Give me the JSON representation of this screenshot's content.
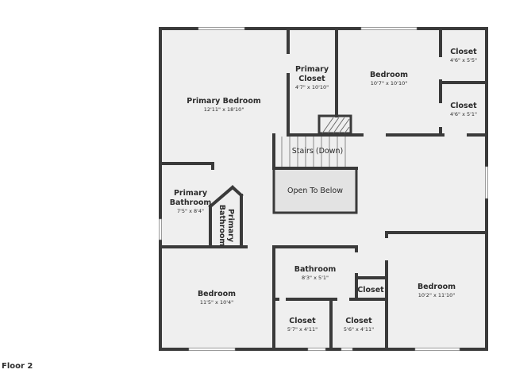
{
  "floor_label": "Floor 2",
  "colors": {
    "wall": "#3a3a3a",
    "floor": "#efefef",
    "open_to_below": "#e3e3e3",
    "window": "#ffffff"
  },
  "rooms": {
    "primary_bedroom": {
      "name": "Primary Bedroom",
      "dim": "12'11\" x 18'10\""
    },
    "primary_closet": {
      "name1": "Primary",
      "name2": "Closet",
      "dim": "4'7\" x 10'10\""
    },
    "bedroom_top": {
      "name": "Bedroom",
      "dim": "10'7\" x 10'10\""
    },
    "closet_top1": {
      "name": "Closet",
      "dim": "4'6\" x 5'5\""
    },
    "closet_top2": {
      "name": "Closet",
      "dim": "4'6\" x 5'1\""
    },
    "stairs": {
      "name": "Stairs (Down)"
    },
    "open_to_below": {
      "name": "Open To Below"
    },
    "primary_bathroom": {
      "name1": "Primary",
      "name2": "Bathroom",
      "dim": "7'5\" x 8'4\""
    },
    "primary_bathroom_small": {
      "name1": "Primary",
      "name2": "Bathroom"
    },
    "bathroom": {
      "name": "Bathroom",
      "dim": "8'3\" x 5'1\""
    },
    "closet_mid": {
      "name": "Closet"
    },
    "bedroom_left": {
      "name": "Bedroom",
      "dim": "11'5\" x 10'4\""
    },
    "bedroom_right": {
      "name": "Bedroom",
      "dim": "10'2\" x 11'10\""
    },
    "closet_bottom1": {
      "name": "Closet",
      "dim": "5'7\" x 4'11\""
    },
    "closet_bottom2": {
      "name": "Closet",
      "dim": "5'6\" x 4'11\""
    }
  }
}
